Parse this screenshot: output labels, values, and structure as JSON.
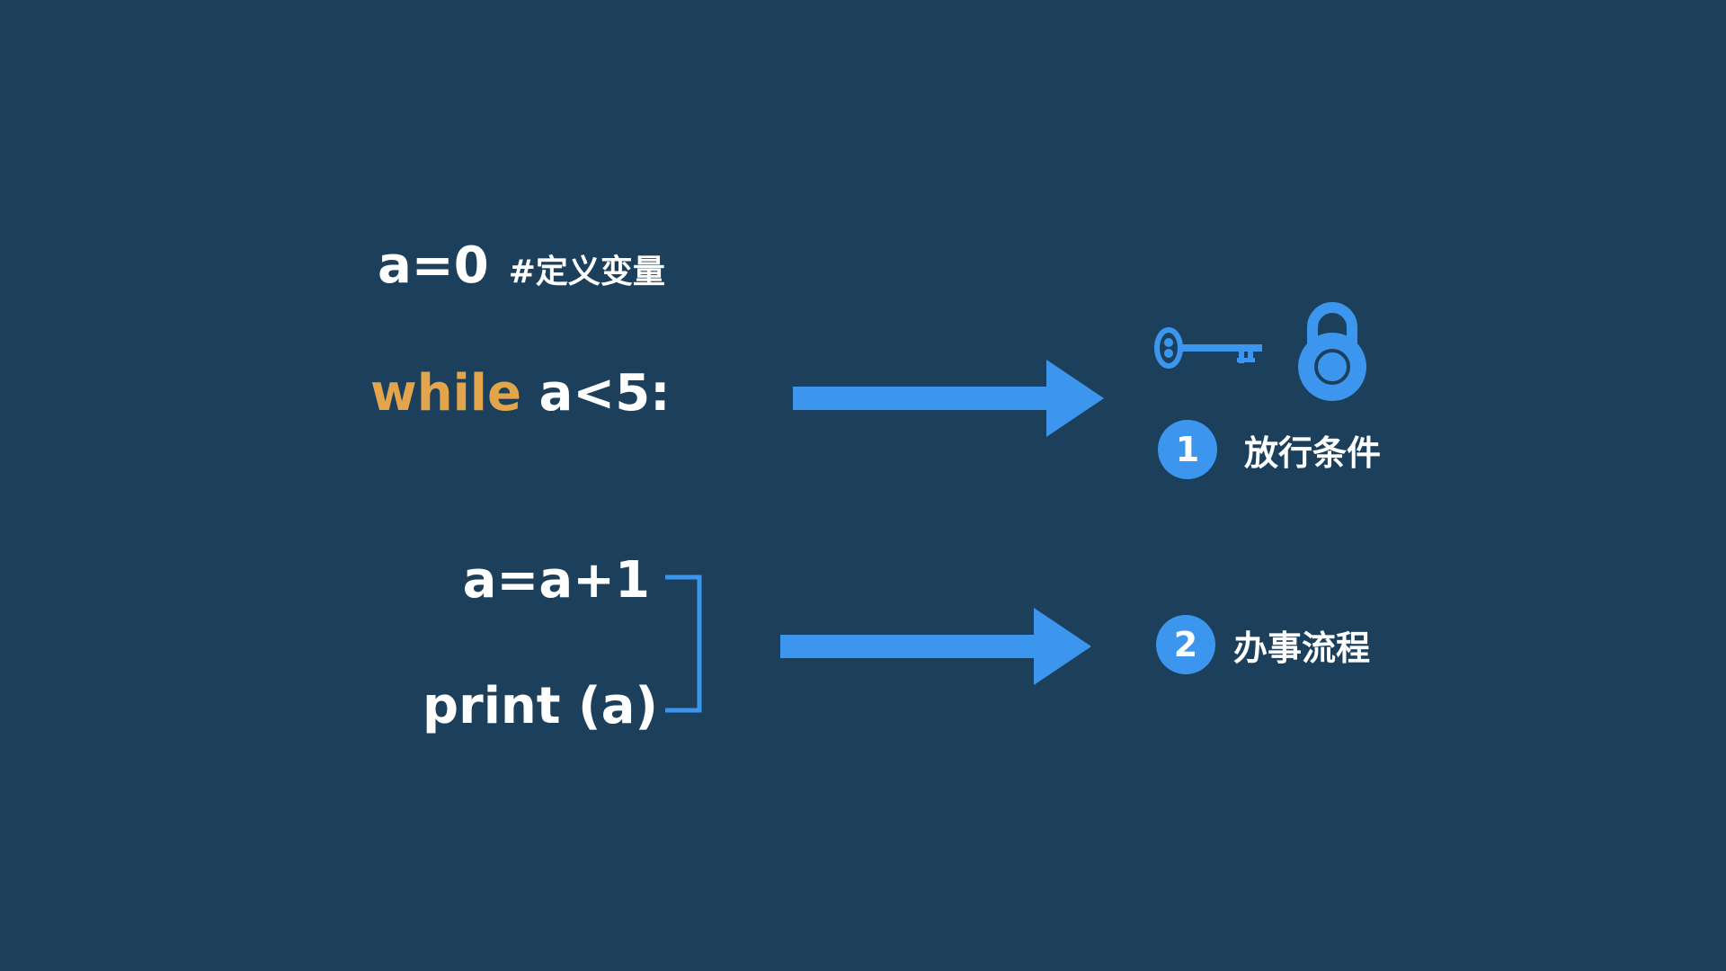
{
  "code": {
    "init_statement": "a=0",
    "init_comment": "#定义变量",
    "while_keyword": "while",
    "while_condition": " a<5:",
    "body_line_1": "a=a+1",
    "body_line_2": "print (a)"
  },
  "steps": [
    {
      "number": "1",
      "label": "放行条件",
      "icon": "key-and-padlock-icon"
    },
    {
      "number": "2",
      "label": "办事流程"
    }
  ],
  "colors": {
    "background": "#1c405c",
    "keyword": "#e2a54c",
    "accent_blue": "#3d96ee",
    "text": "#ffffff"
  }
}
